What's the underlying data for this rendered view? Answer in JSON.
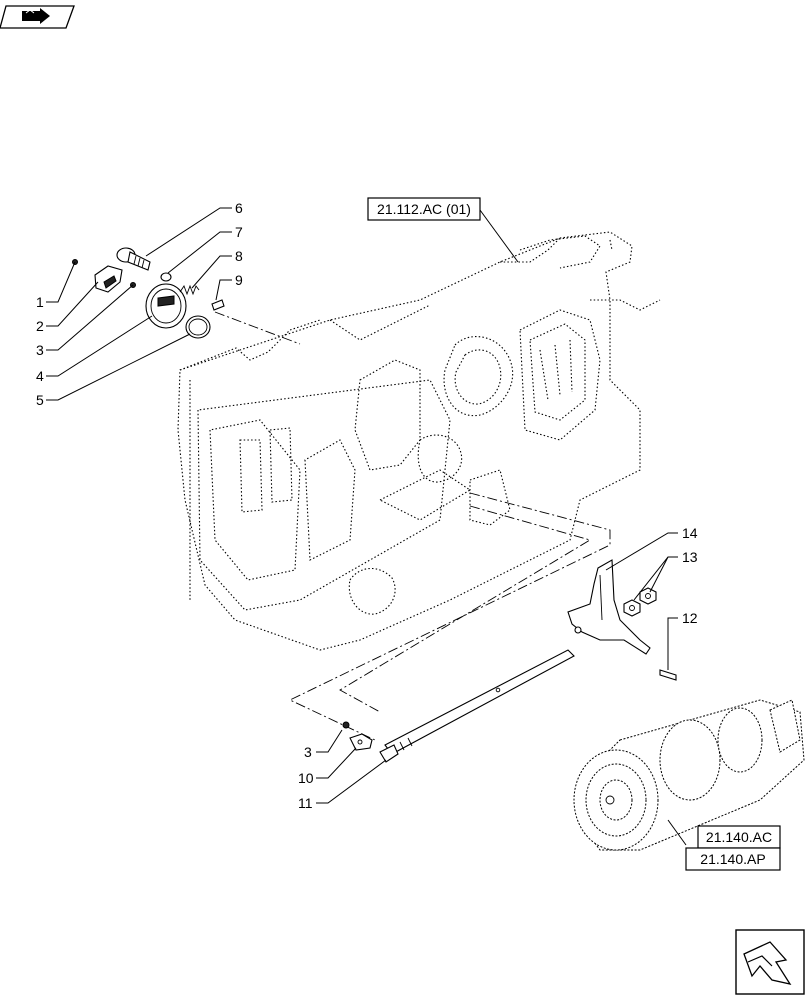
{
  "header": {
    "nav_icon": "book-arrow-icon"
  },
  "footer": {
    "nav_icon": "next-page-arrow-icon"
  },
  "references": [
    {
      "label": "21.112.AC (01)"
    },
    {
      "label": "21.140.AC"
    },
    {
      "label": "21.140.AP"
    }
  ],
  "callouts": [
    {
      "label": "1"
    },
    {
      "label": "2"
    },
    {
      "label": "3"
    },
    {
      "label": "4"
    },
    {
      "label": "5"
    },
    {
      "label": "6"
    },
    {
      "label": "7"
    },
    {
      "label": "8"
    },
    {
      "label": "9"
    },
    {
      "label": "14"
    },
    {
      "label": "13"
    },
    {
      "label": "12"
    },
    {
      "label": "3"
    },
    {
      "label": "10"
    },
    {
      "label": "11"
    }
  ]
}
